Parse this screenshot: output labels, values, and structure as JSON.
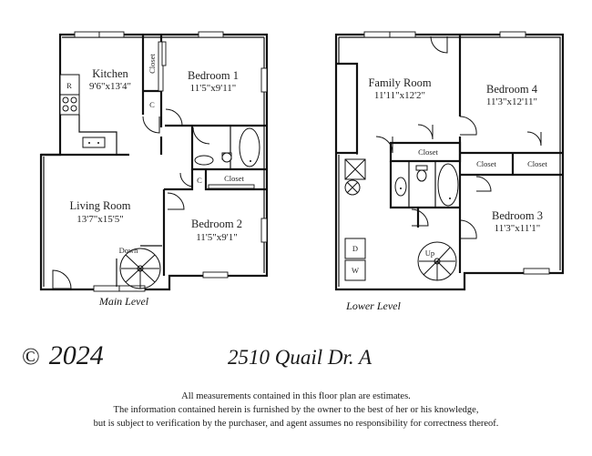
{
  "main_level": {
    "label": "Main Level",
    "rooms": [
      {
        "name": "Kitchen",
        "dims": "9'6\"x13'4\""
      },
      {
        "name": "Bedroom 1",
        "dims": "11'5\"x9'11\""
      },
      {
        "name": "Living Room",
        "dims": "13'7\"x15'5\""
      },
      {
        "name": "Bedroom 2",
        "dims": "11'5\"x9'1\""
      }
    ],
    "labels": {
      "closet_vertical": "Closet",
      "closet_bed2": "Closet",
      "c1": "C",
      "c2": "C",
      "refrigerator": "R",
      "stairs": "Down"
    }
  },
  "lower_level": {
    "label": "Lower Level",
    "rooms": [
      {
        "name": "Family Room",
        "dims": "11'11\"x12'2\""
      },
      {
        "name": "Bedroom 4",
        "dims": "11'3\"x12'11\""
      },
      {
        "name": "Bedroom 3",
        "dims": "11'3\"x11'1\""
      }
    ],
    "labels": {
      "closet_family": "Closet",
      "closet_bed4_a": "Closet",
      "closet_bed4_b": "Closet",
      "dryer": "D",
      "washer": "W",
      "stairs": "Up"
    }
  },
  "footer": {
    "copyright_symbol": "©",
    "year": "2024",
    "address": "2510 Quail Dr. A",
    "disclaimer": [
      "All measurements contained in this floor plan are estimates.",
      "The information contained herein is furnished by the owner to the best of her or his knowledge,",
      "but is subject to verification by the purchaser, and agent assumes no responsibility for correctness thereof."
    ]
  }
}
